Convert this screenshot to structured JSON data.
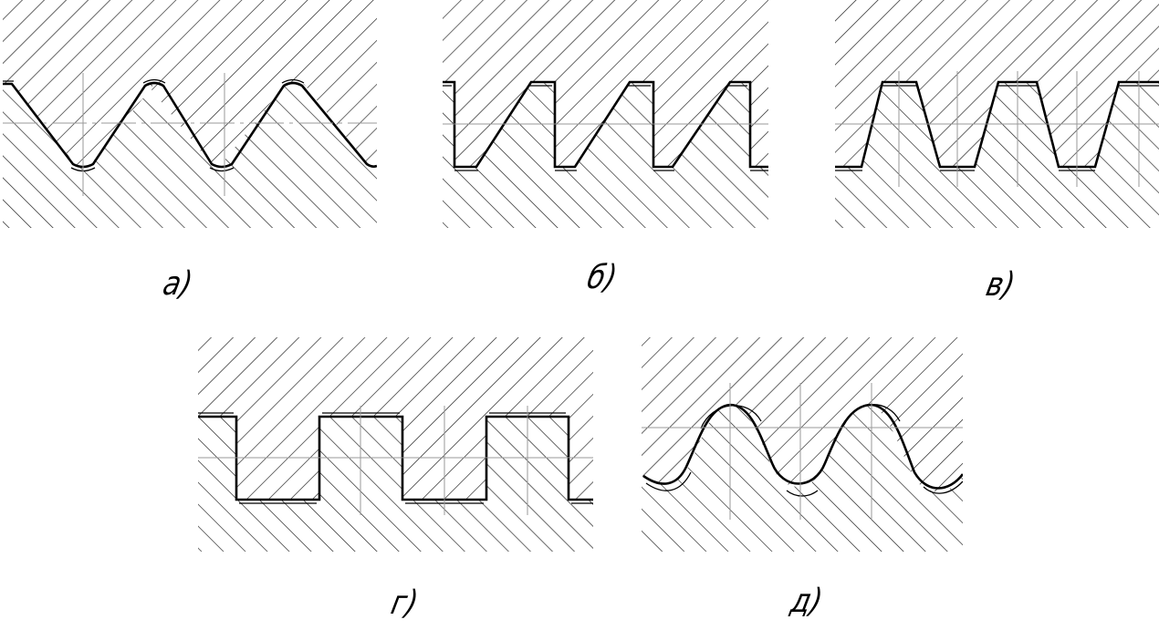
{
  "colors": {
    "ink": "#000000",
    "hatch": "#1a1a1a",
    "centerline": "#9a9a9a",
    "background": "#ffffff"
  },
  "panels": [
    {
      "id": "a",
      "caption": "а)",
      "profile": "triangular-rounded"
    },
    {
      "id": "b",
      "caption": "б)",
      "profile": "buttress"
    },
    {
      "id": "c",
      "caption": "в)",
      "profile": "trapezoidal"
    },
    {
      "id": "d",
      "caption": "г)",
      "profile": "square"
    },
    {
      "id": "e",
      "caption": "д)",
      "profile": "round"
    }
  ]
}
